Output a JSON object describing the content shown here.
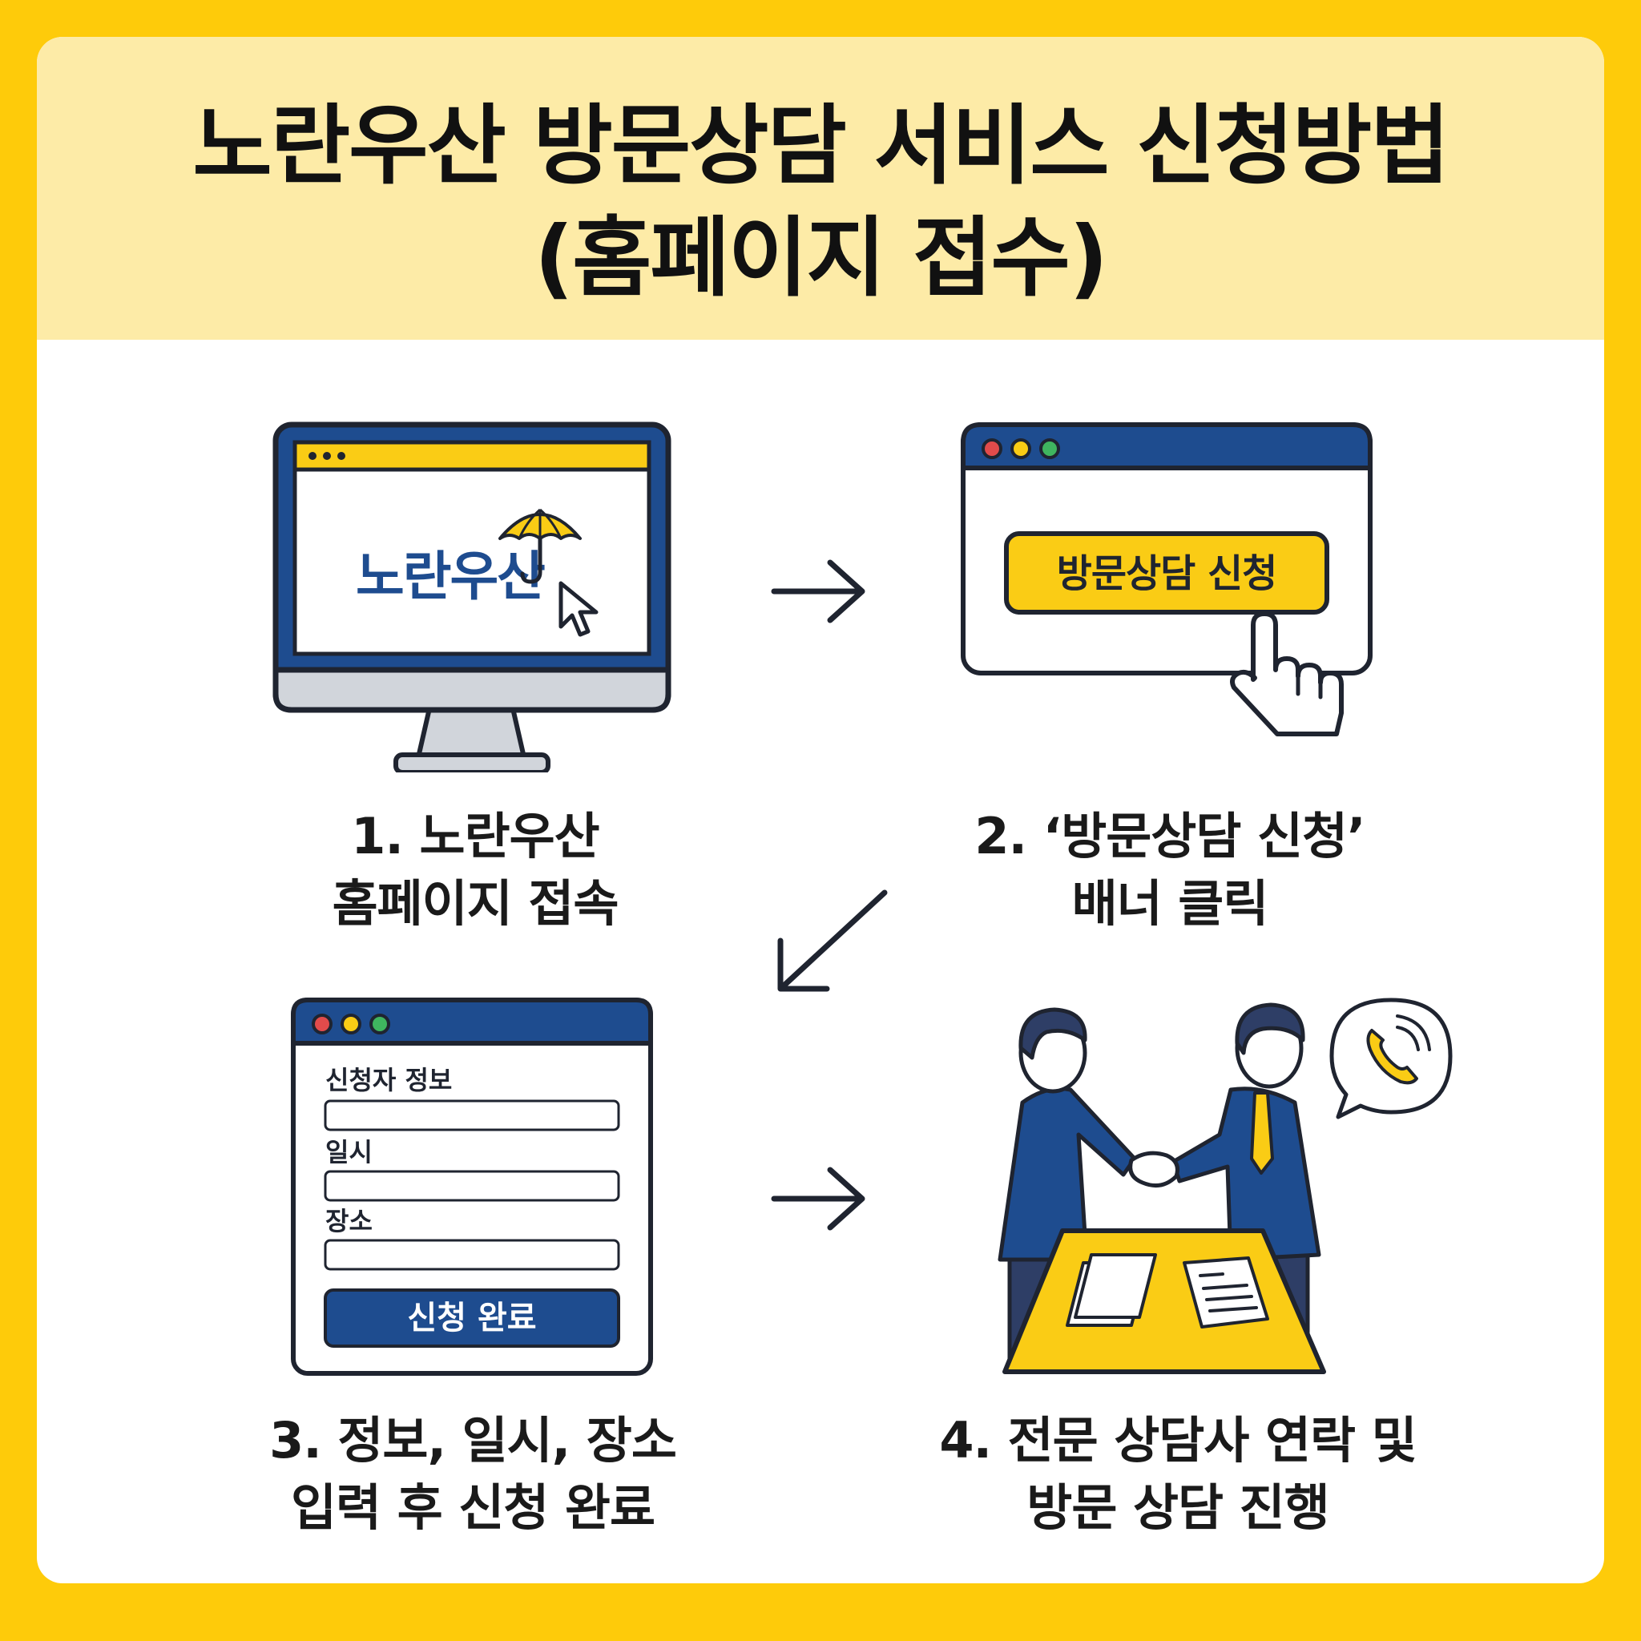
{
  "colors": {
    "background": "#FECB0A",
    "header": "#FDEBA7",
    "navy": "#1E4C8F",
    "yellow": "#FACC15",
    "outline": "#1F2430"
  },
  "header": {
    "title_line1": "노란우산 방문상담 서비스 신청방법",
    "title_line2": "(홈페이지 접수)"
  },
  "steps": [
    {
      "number": 1,
      "label_line1": "1. 노란우산",
      "label_line2": "홈페이지 접속",
      "illustration": {
        "icon": "monitor-icon",
        "screen_logo": "노란우산",
        "extra_icons": [
          "umbrella-icon",
          "cursor-icon"
        ]
      }
    },
    {
      "number": 2,
      "label_line1": "2. ‘방문상담 신청’",
      "label_line2": "배너 클릭",
      "illustration": {
        "icon": "browser-window-icon",
        "banner_text": "방문상담 신청",
        "extra_icons": [
          "pointing-hand-icon"
        ]
      }
    },
    {
      "number": 3,
      "label_line1": "3. 정보, 일시, 장소",
      "label_line2": "입력 후 신청 완료",
      "illustration": {
        "icon": "form-window-icon",
        "field_labels": [
          "신청자 정보",
          "일시",
          "장소"
        ],
        "submit_label": "신청 완료"
      }
    },
    {
      "number": 4,
      "label_line1": "4. 전문 상담사 연락 및",
      "label_line2": "방문 상담 진행",
      "illustration": {
        "icon": "handshake-icon",
        "extra_icons": [
          "phone-bubble-icon",
          "document-icon"
        ]
      }
    }
  ],
  "arrows": [
    "arrow-right-icon",
    "arrow-down-left-icon",
    "arrow-right-icon"
  ]
}
